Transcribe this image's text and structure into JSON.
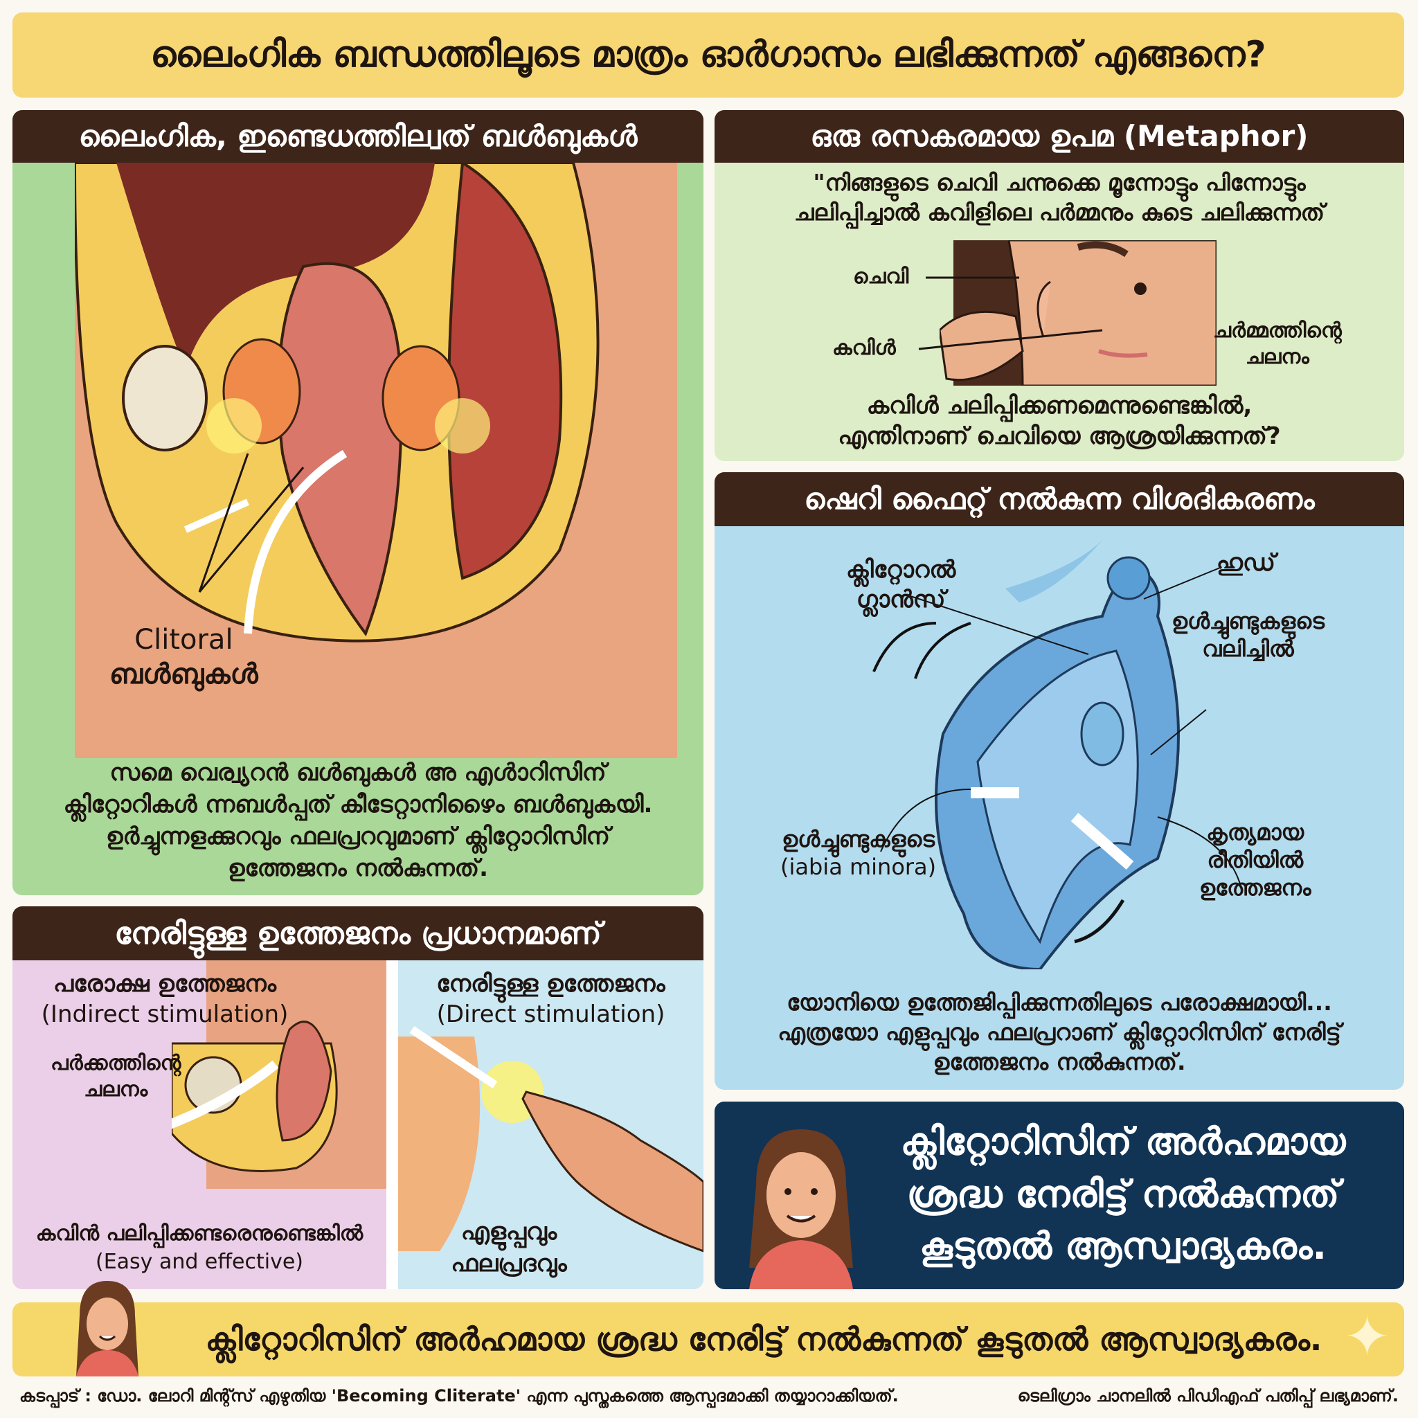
{
  "title": "ലൈംഗിക ബന്ധത്തിലൂടെ മാത്രം ഓർഗാസം ലഭിക്കുന്നത് എങ്ങനെ?",
  "bulbs_panel": {
    "header": "ലൈംഗിക, ഇണ്ടെധത്തില്വത് ബൾബുകൾ",
    "label_en": "Clitoral",
    "label_ml": "ബൾബുകൾ",
    "body": [
      "സമെ വെര്വ്യറൻ ഖൾബുകൾ അ എൾാറിസിന്",
      "ക്ലിറ്റോറികൾ ന്നബൾപ്പത് കീടേറ്റാനിഴൈം ബൾബുകയി.",
      "ഉർച്ചുന്നളക്കുറവും ഫലപ്രറവുമാണ് ക്ലിറ്റോറിസിന്",
      "ഉത്തേജനം നൽകുന്നത്."
    ]
  },
  "metaphor_panel": {
    "header": "ഒരു രസകരമായ ഉപമ (Metaphor)",
    "quote": [
      "\"നിങ്ങളുടെ ചെവി ചന്നുക്കെ മൂന്നോട്ടും പിന്നോട്ടും",
      "ചലിപ്പിച്ചാൽ കവിളിലെ പർമ്മനും കുടെ ചലിക്കുന്നത്"
    ],
    "label_ear": "ചെവി",
    "label_cheek": "കവിൾ",
    "label_skin": [
      "ചർമ്മത്തിന്റെ",
      "ചലനം"
    ],
    "question": [
      "കവിൾ ചലിപ്പിക്കണമെന്നുണ്ടെങ്കിൽ,",
      "എന്തിനാണ് ചെവിയെ ആശ്രയിക്കുന്നത്?"
    ]
  },
  "explain_panel": {
    "header": "ഷെറി ഫൈറ്റ് നൽകുന്ന വിശദികരണം",
    "label_glans": [
      "ക്ലിറ്റോറൽ",
      "ഗ്ലാൻസ്"
    ],
    "label_hood": "ഹുഡ്",
    "label_pull": [
      "ഉൾച്ചുണ്ടുകളുടെ",
      "വലിച്ചിൽ"
    ],
    "label_labia": [
      "ഉൾച്ചുണ്ടുകളുടെ",
      "(iabia minora)"
    ],
    "label_stim": [
      "കൃത്യമായ",
      "രീതിയിൽ",
      "ഉത്തേജനം"
    ],
    "body": [
      "യോനിയെ ഉത്തേജിപ്പിക്കുന്നതിലുടെ പരോക്ഷമായി...",
      "എത്രയോ എളുപ്പവും ഫലപ്രറാണ് ക്ലിറ്റോറിസിന് നേരിട്ട്",
      "ഉത്തേജനം നൽകുന്നത്."
    ]
  },
  "direct_panel": {
    "header": "നേരിട്ടുള്ള ഉത്തേജനം പ്രധാനമാണ്",
    "indirect_title": "പരോക്ഷ ഉത്തേജനം",
    "indirect_en": "(Indirect stimulation)",
    "indirect_label": [
      "പർക്കത്തിന്റെ",
      "ചലനം"
    ],
    "indirect_bottom": "കവിൻ പലിപ്പിക്കണ്ടരെനുണ്ടെങ്കിൽ",
    "indirect_bottom_en": "(Easy and effective)",
    "direct_title": "നേരിട്ടുള്ള ഉത്തേജനം",
    "direct_en": "(Direct stimulation)",
    "direct_bottom": [
      "എളുപ്പവും",
      "ഫലപ്രദവും"
    ]
  },
  "callout": [
    "ക്ലിറ്റോറിസിന് അർഹമായ",
    "ശ്രദ്ധ നേരിട്ട് നൽകുന്നത്",
    "കൂടുതൽ ആസ്വാദ്യകരം."
  ],
  "banner": "ക്ലിറ്റോറിസിന് അർഹമായ ശ്രദ്ധ നേരിട്ട് നൽകുന്നത് കൂടുതൽ ആസ്വാദ്യകരം.",
  "footer": {
    "credit": "കടപ്പാട് : ഡോ. ലോറി മിന്റ്സ് എഴുതിയ 'Becoming Cliterate' എന്ന പുസ്തകത്തെ ആസ്പദമാക്കി തയ്യാറാക്കിയത്.",
    "note": "ടെലിഗ്രാം ചാനലിൽ പിഡിഎഫ് പതിപ്പ് ലഭ്യമാണ്."
  }
}
